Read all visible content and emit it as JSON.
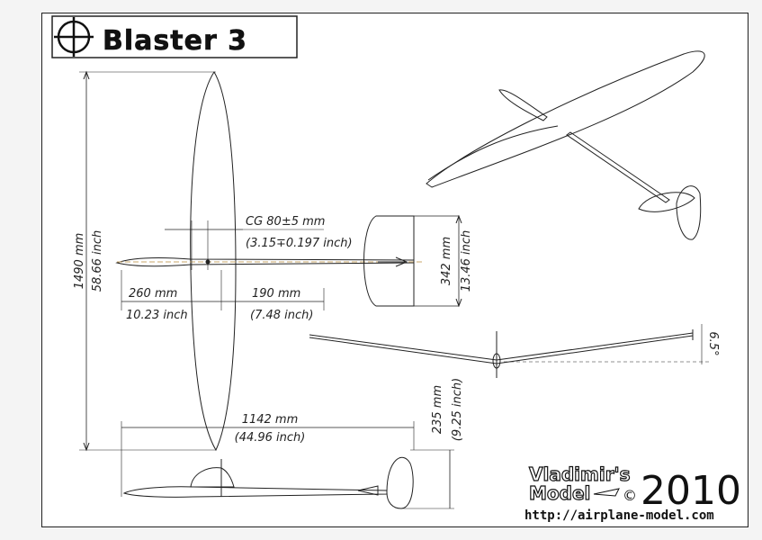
{
  "title": "Blaster 3",
  "brand": {
    "line1": "Vladimir's",
    "line2": "Model",
    "copyright": "©",
    "year": "2010",
    "url": "http://airplane-model.com"
  },
  "dimensions": {
    "span_mm": "1490 mm",
    "span_in": "58.66 inch",
    "cg_mm": "CG 80±5 mm",
    "cg_in": "(3.15∓0.197 inch)",
    "nose_mm": "260 mm",
    "nose_in": "10.23 inch",
    "tail_mm": "190 mm",
    "tail_in": "(7.48 inch)",
    "stab_span_mm": "342 mm",
    "stab_span_in": "13.46 inch",
    "length_mm": "1142 mm",
    "length_in": "(44.96 inch)",
    "fin_h_mm": "235 mm",
    "fin_h_in": "(9.25 inch)",
    "dihedral": "6.5°"
  }
}
